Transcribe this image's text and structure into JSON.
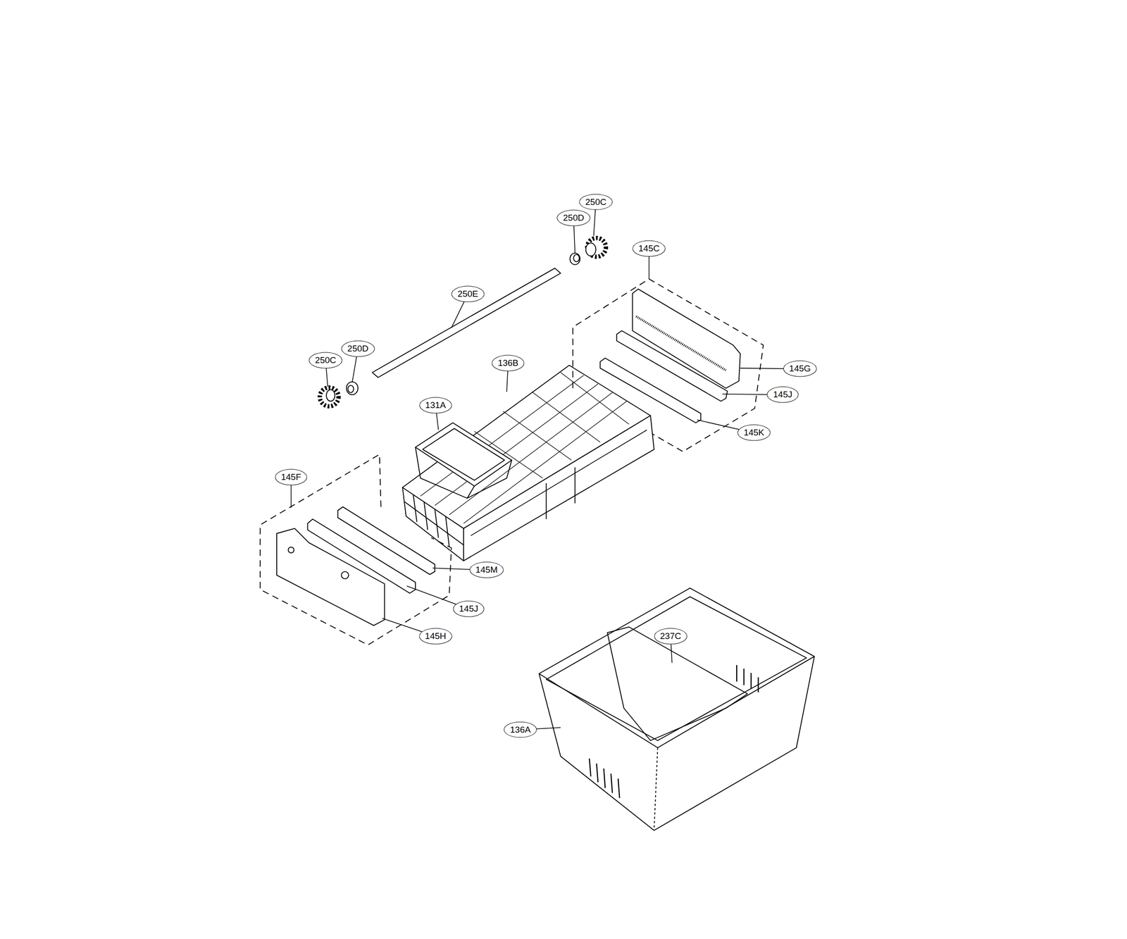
{
  "diagram": {
    "labels": [
      "250C",
      "250D",
      "145C",
      "250E",
      "250D",
      "250C",
      "136B",
      "145G",
      "131A",
      "145J",
      "145K",
      "145F",
      "145M",
      "145J",
      "145H",
      "237C",
      "136A"
    ]
  }
}
